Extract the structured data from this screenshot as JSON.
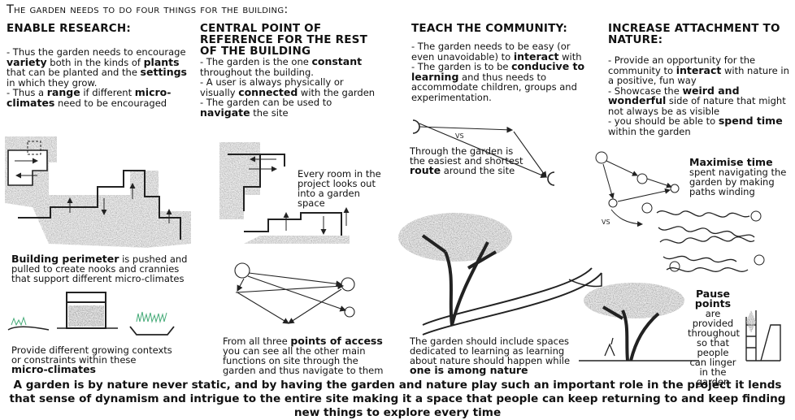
{
  "title": "The garden needs to do four things for the building:",
  "columns": [
    {
      "heading": "ENABLE RESEARCH:",
      "body_html": "- Thus the garden needs to encourage <b>variety</b> both in the kinds of <b>plants</b> that can be planted and the <b>settings</b> in which they grow.<br>- Thus a <b>range</b> if different <b>micro-climates</b> need to be encouraged",
      "caption1_html": "<b>Building perimeter</b> is pushed and pulled to create nooks and crannies that support different micro-climates",
      "caption2_html": "Provide different growing contexts or constraints within these <b>micro-climates</b>"
    },
    {
      "heading": "CENTRAL POINT OF REFERENCE FOR THE REST OF THE BUILDING",
      "body_html": "- The garden is the one <b>constant</b> throughout the building.<br>- A user is always physically or visually <b>connected</b> with the garden<br>- The garden can be used to <b>navigate</b> the site",
      "caption1": "Every room in the project looks out into a garden space",
      "caption2_html": "From all three <b>points of access</b> you can see all the other main functions on site through the garden and thus navigate to them"
    },
    {
      "heading": "TEACH THE COMMUNITY:",
      "body_html": "- The garden needs to be easy (or even unavoidable) to <b>interact</b> with<br>- The garden is to be <b>conducive to learning</b> and thus needs to accommodate children, groups and experimentation.",
      "vs_label": "VS",
      "caption1_html": "Through the garden is the easiest and shortest <b>route</b> around the site",
      "caption2_html": "The garden should include spaces dedicated to learning as learning about nature should happen while <b>one is among nature</b>"
    },
    {
      "heading": "INCREASE ATTACHMENT TO NATURE:",
      "body_html": "- Provide an opportunity for the community to <b>interact</b> with nature in a positive, fun way<br>- Showcase the <b>weird and wonderful</b> side of nature that might not always be as visible<br>- you should be able to <b>spend time</b> within the garden",
      "caption1_html": "<b>Maximise time</b> spent navigating the garden by making paths winding",
      "vs_label": "VS",
      "caption2_html": "<b>Pause points</b> are provided throughout so that people can linger in the garden"
    }
  ],
  "footer": "A garden is by nature never static, and by having the garden and nature play such an important role in the project it lends that sense of dynamism and intrigue to the entire site making it a space that people can keep returning to and keep finding new things to explore every time"
}
